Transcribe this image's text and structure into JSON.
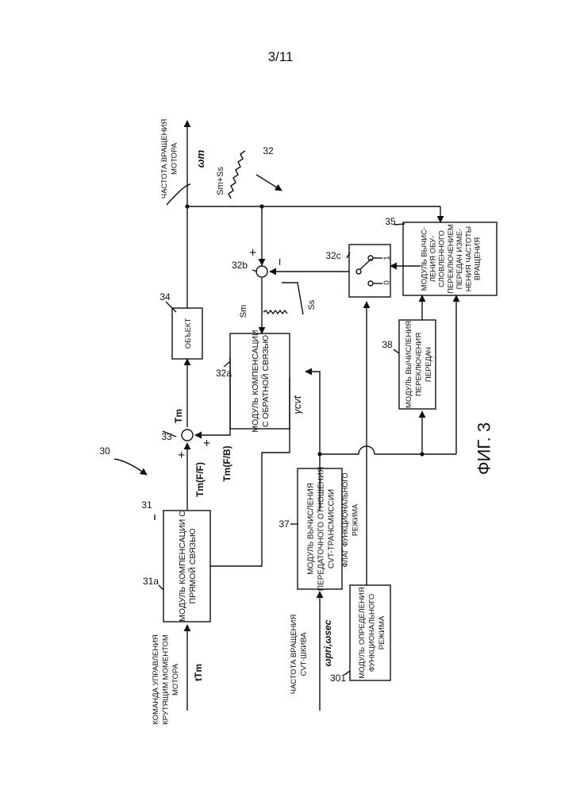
{
  "page_number": "3/11",
  "figure_label": "ФИГ. 3",
  "refs": {
    "system": "30",
    "ff_module": "31",
    "ff_block": "31a",
    "fb_system": "32",
    "fb_block": "32a",
    "sum_fb": "32b",
    "switch": "32c",
    "sum_main": "33",
    "object": "34",
    "calc35": "35",
    "calc37": "37",
    "calc38": "38",
    "mode_det": "301"
  },
  "blocks": {
    "ff_comp": [
      "МОДУЛЬ КОМПЕНСАЦИИ С",
      "ПРЯМОЙ СВЯЗЬЮ"
    ],
    "fb_comp": [
      "МОДУЛЬ КОМПЕНСАЦИИ",
      "С ОБРАТНОЙ СВЯЗЬЮ"
    ],
    "object": "ОБЪЕКТ",
    "calc35": [
      "МОДУЛЬ ВЫЧИС-",
      "ЛЕНИЯ ОБУ-",
      "СЛОВЛЕННОГО",
      "ПЕРЕКЛЮЧЕНИЕМ",
      "ПЕРЕДАЧ ИЗМЕ-",
      "НЕНИЯ ЧАСТОТЫ",
      "ВРАЩЕНИЯ"
    ],
    "calc37": [
      "МОДУЛЬ ВЫЧИСЛЕНИЯ",
      "ПЕРЕДАТОЧНОГО ОТНОШЕНИЯ",
      "CVT-ТРАНСМИССИИ"
    ],
    "calc38": [
      "МОДУЛЬ ВЫЧИСЛЕНИЯ",
      "ПЕРЕКЛЮЧЕНИЯ",
      "ПЕРЕДАЧ"
    ],
    "mode_det": [
      "МОДУЛЬ ОПРЕДЕЛЕНИЯ",
      "ФУНКЦИОНАЛЬНОГО",
      "РЕЖИМА"
    ]
  },
  "signals": {
    "torque_cmd": [
      "КОМАНДА УПРАВЛЕНИЯ",
      "КРУТЯЩИМ МОМЕНТОМ",
      "МОТОРА"
    ],
    "tTm": "tTm",
    "tm_ff": "Tm(F/F)",
    "tm_fb": "Tm(F/B)",
    "tm": "Tm",
    "motor_speed": [
      "ЧАСТОТА ВРАЩЕНИЯ",
      "МОТОРА"
    ],
    "omega_m": "ωm",
    "sm_ss": "Sm+Ss",
    "sm": "Sm",
    "ss": "Ss",
    "gamma_cvt": "γcvt",
    "pulley_speed": [
      "ЧАСТОТА ВРАЩЕНИЯ",
      "CVT-ШКИВА"
    ],
    "omega_pri_sec": "ωpri,ωsec",
    "mode_flag": [
      "ФЛАГ ФУНКЦИОНАЛЬНОГО",
      "РЕЖИМА"
    ],
    "plus": "+",
    "minus": "−",
    "sw_1": "1",
    "sw_0": "0"
  }
}
